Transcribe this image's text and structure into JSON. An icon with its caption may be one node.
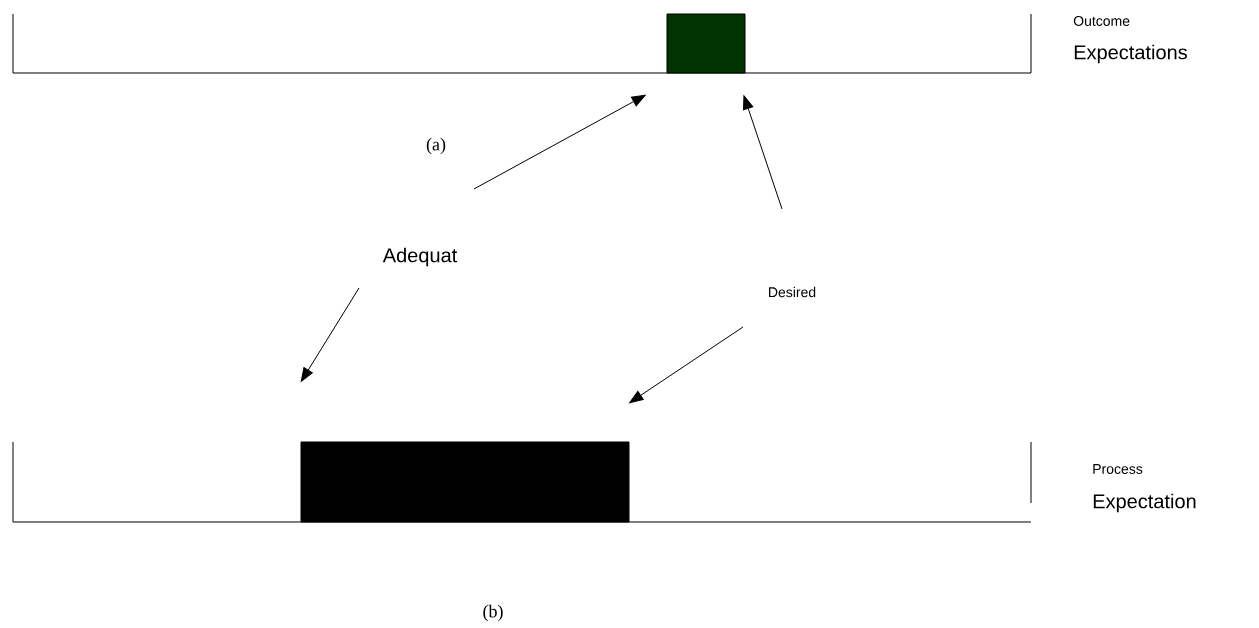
{
  "diagram": {
    "nodes": [
      {
        "text": [],
        "shape": "box"
      },
      {
        "text": [
          "Adequat"
        ]
      },
      {
        "text": [
          "Desired"
        ]
      },
      {
        "text": [],
        "shape": "bar"
      }
    ],
    "edges": [
      {
        "from": 1,
        "to": 0,
        "arrow": "to"
      },
      {
        "from": 2,
        "to": 0,
        "arrow": "to"
      },
      {
        "from": 1,
        "to": 3,
        "arrow": "to"
      },
      {
        "from": 2,
        "to": 3,
        "arrow": "to"
      }
    ],
    "labels": [
      "Outcome",
      "Expectations",
      "(a)",
      "Process",
      "Expectation",
      "(b)"
    ]
  }
}
